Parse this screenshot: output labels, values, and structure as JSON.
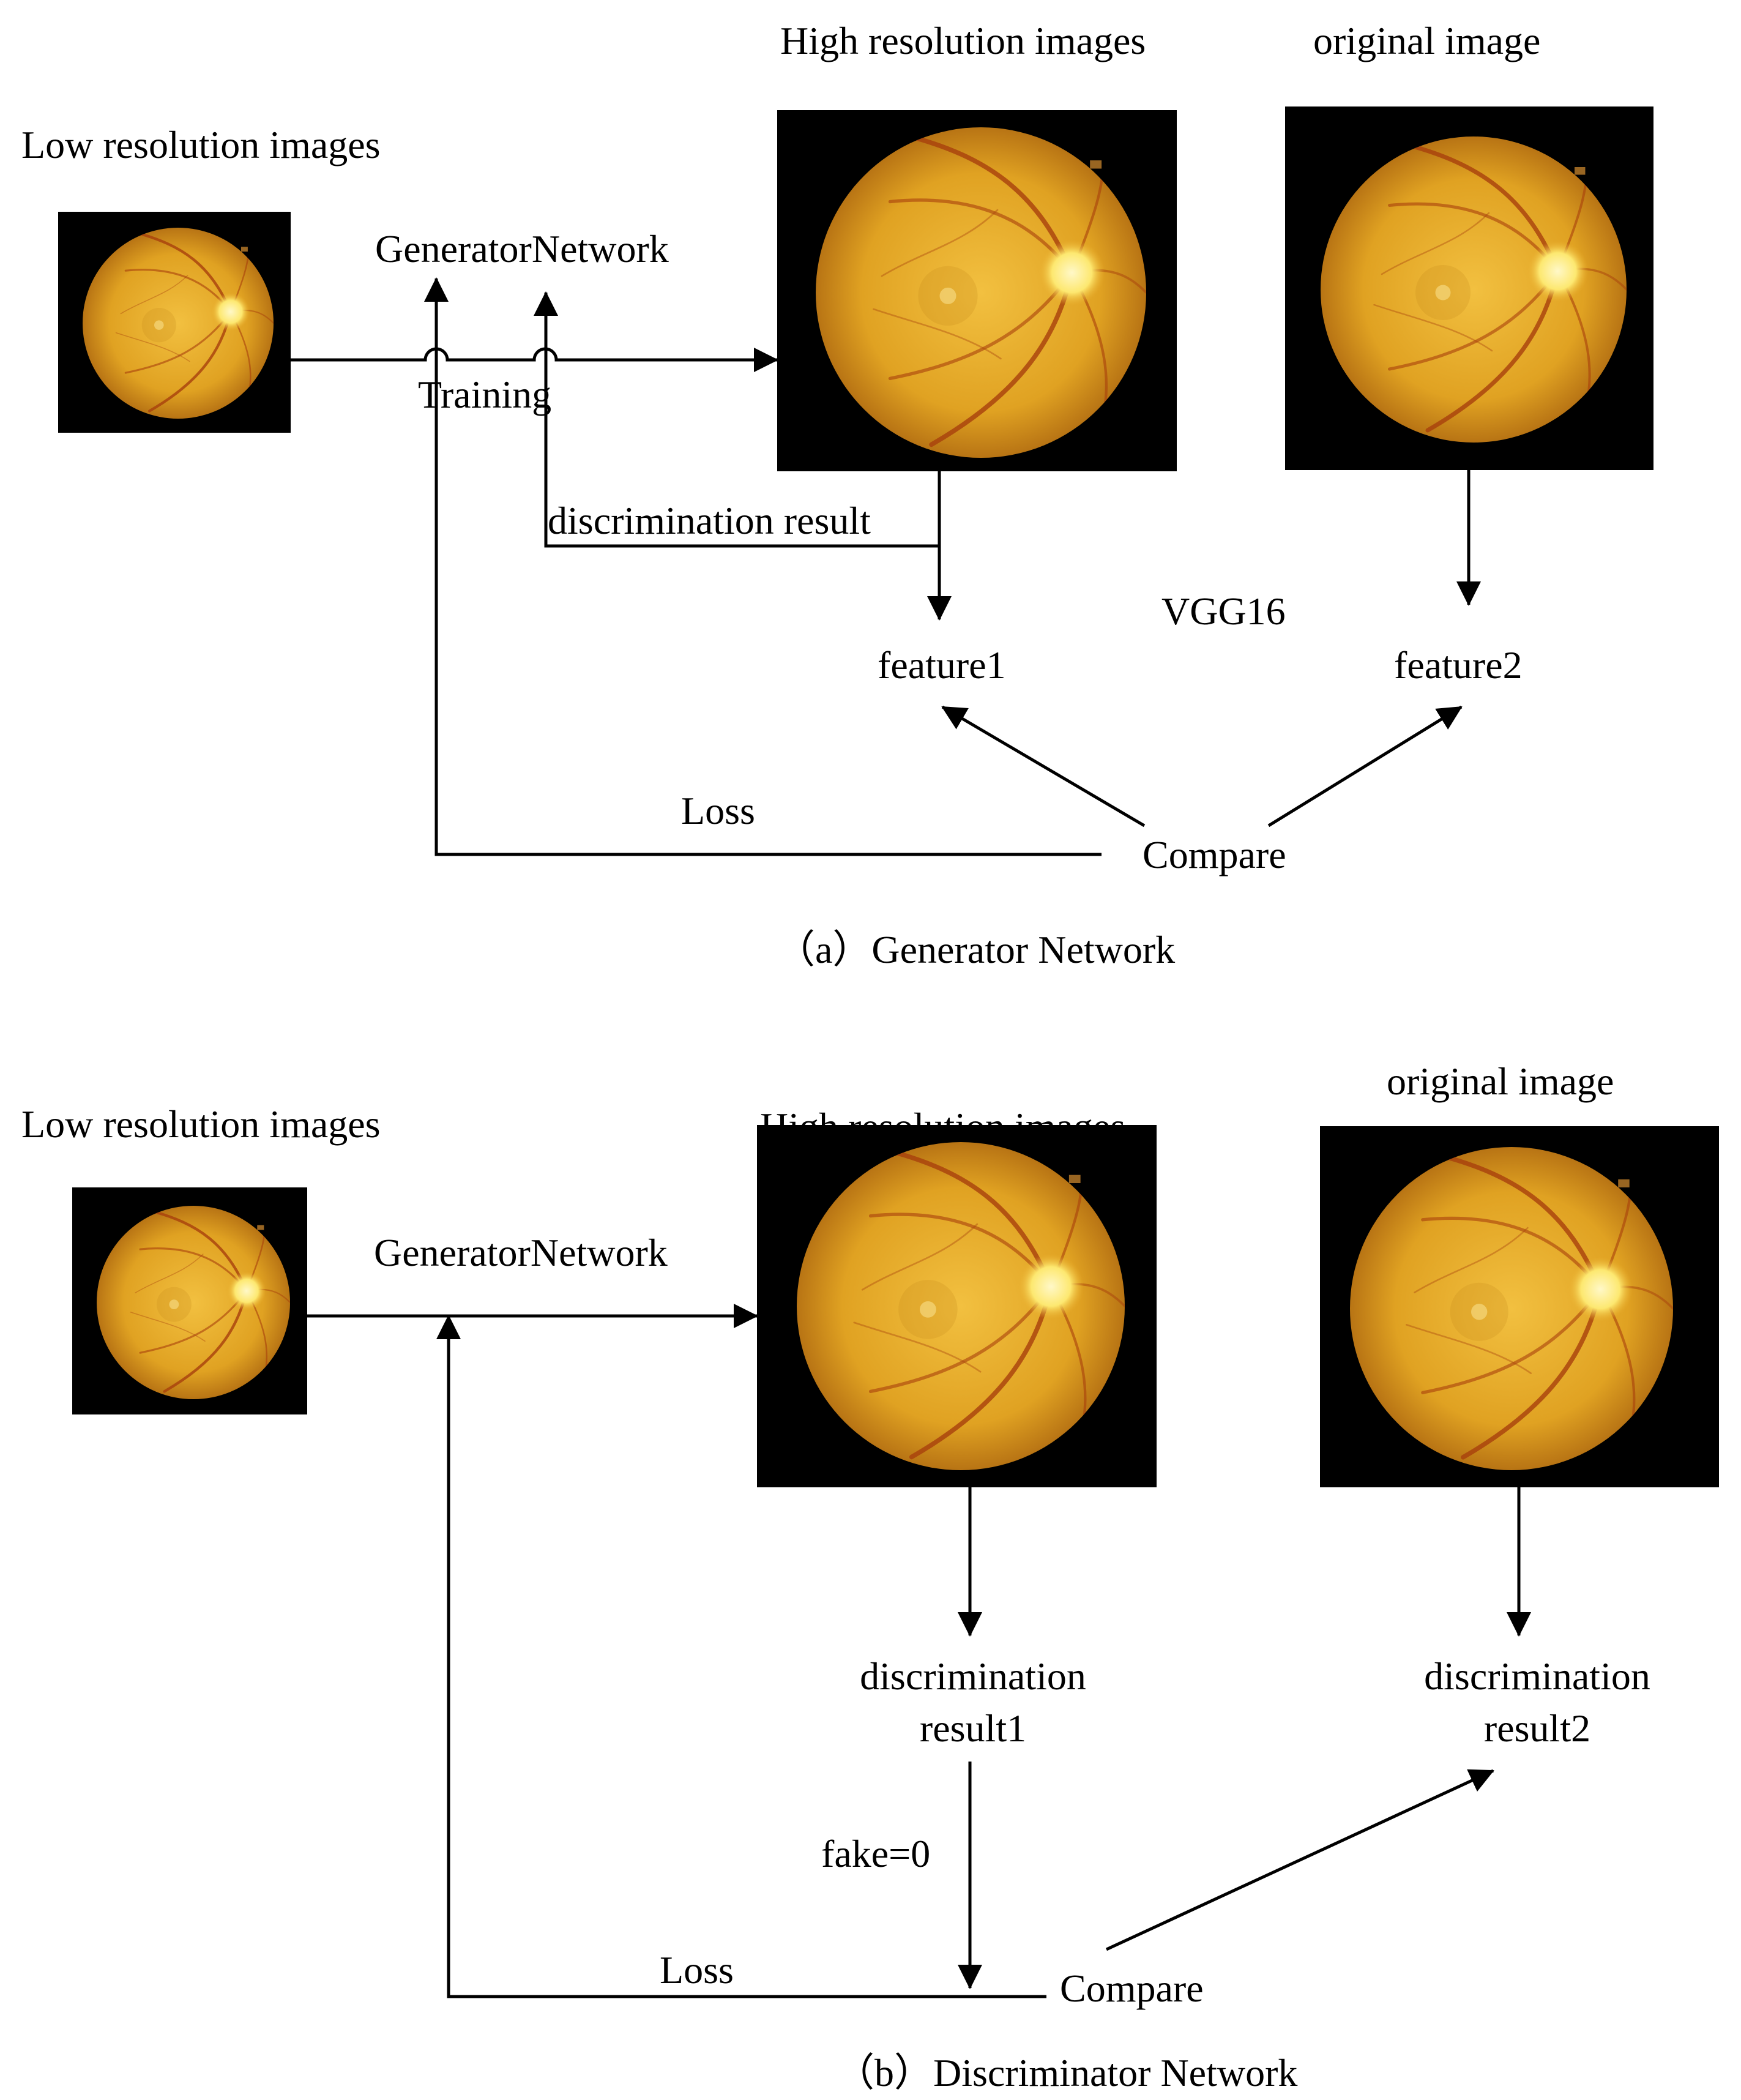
{
  "panel_a": {
    "label_low_res": "Low resolution images",
    "label_generator": "GeneratorNetwork",
    "label_training": "Training",
    "label_high_res": "High resolution images",
    "label_original": "original image",
    "label_discrimination": "discrimination result",
    "label_vgg": "VGG16",
    "label_feature1": "feature1",
    "label_feature2": "feature2",
    "label_loss": "Loss",
    "label_compare": "Compare",
    "caption": "（a）Generator Network"
  },
  "panel_b": {
    "label_low_res": "Low resolution images",
    "label_generator": "GeneratorNetwork",
    "label_high_res": "High resolution images",
    "label_original": "original image",
    "label_disc1_line1": "discrimination",
    "label_disc1_line2": "result1",
    "label_disc2_line1": "discrimination",
    "label_disc2_line2": "result2",
    "label_fake": "fake=0",
    "label_loss": "Loss",
    "label_compare": "Compare",
    "caption": "（b）Discriminator Network"
  },
  "colors": {
    "fundus_light": "#f2c040",
    "fundus_mid": "#e0a222",
    "fundus_dark": "#b87414",
    "vessel": "#a8400c",
    "disc": "#fff3a0",
    "frame": "#000000"
  }
}
